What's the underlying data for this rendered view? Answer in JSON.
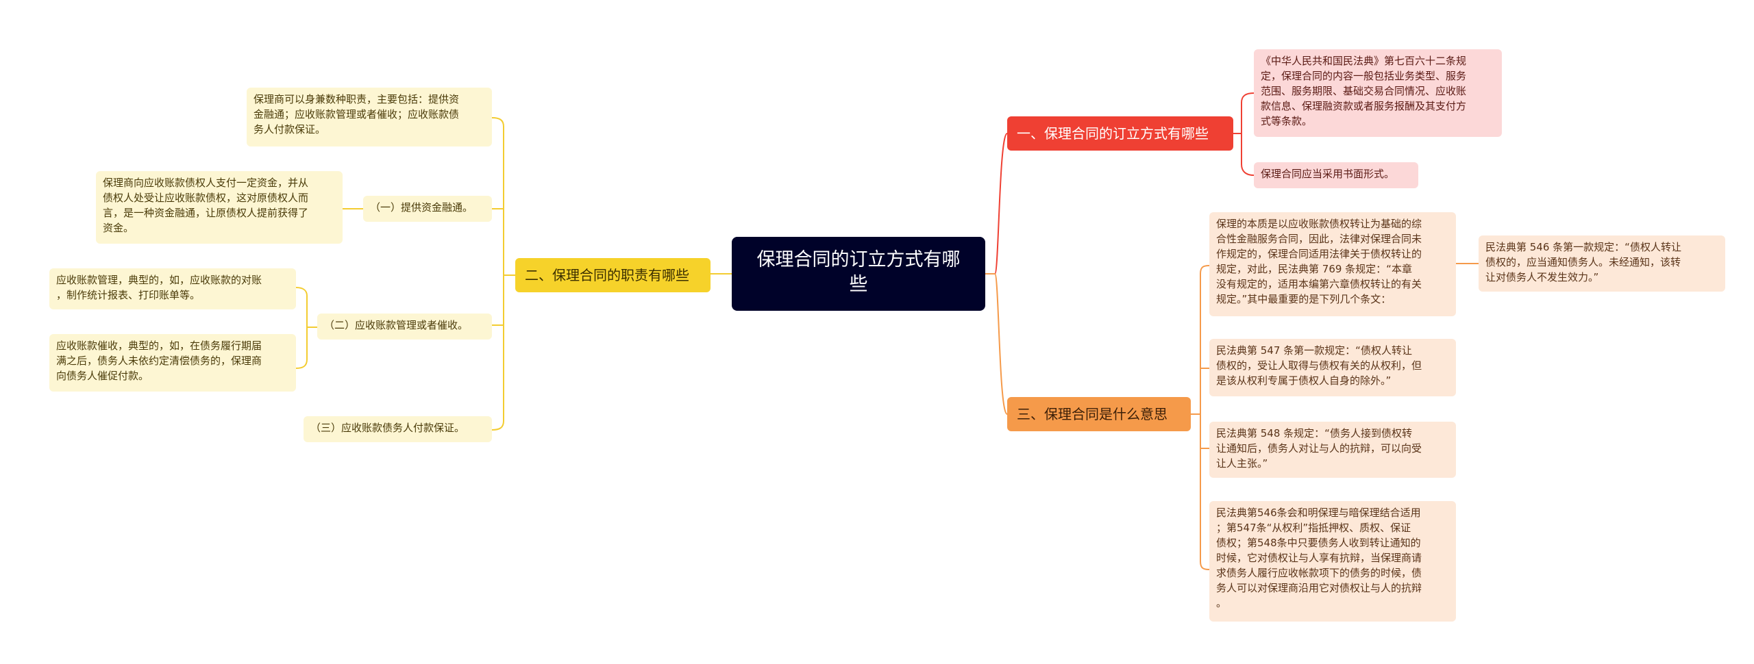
{
  "mindmap": {
    "root": {
      "title": "保理合同的订立方式有哪\n些"
    },
    "branch1": {
      "title": "一、保理合同的订立方式有哪些",
      "items": [
        "《中华人民共和国民法典》第七百六十二条规\n定，保理合同的内容一般包括业务类型、服务\n范围、服务期限、基础交易合同情况、应收账\n款信息、保理融资款或者服务报酬及其支付方\n式等条款。",
        "保理合同应当采用书面形式。"
      ]
    },
    "branch2": {
      "title": "二、保理合同的职责有哪些",
      "intro": "保理商可以身兼数种职责，主要包括：提供资\n金融通；应收账款管理或者催收；应收账款债\n务人付款保证。",
      "sub1": {
        "title": "（一）提供资金融通。",
        "detail": "保理商向应收账款债权人支付一定资金，并从\n债权人处受让应收账款债权，这对原债权人而\n言，是一种资金融通，让原债权人提前获得了\n资金。"
      },
      "sub2": {
        "title": "（二）应收账款管理或者催收。",
        "detail1": "应收账款管理，典型的，如，应收账款的对账\n，制作统计报表、打印账单等。",
        "detail2": "应收账款催收，典型的，如，在债务履行期届\n满之后，债务人未依约定清偿债务的，保理商\n向债务人催促付款。"
      },
      "sub3": {
        "title": "（三）应收账款债务人付款保证。"
      }
    },
    "branch3": {
      "title": "三、保理合同是什么意思",
      "item1": "保理的本质是以应收账款债权转让为基础的综\n合性金融服务合同，因此，法律对保理合同未\n作规定的，保理合同适用法律关于债权转让的\n规定，对此，民法典第 769 条规定：“本章\n没有规定的，适用本编第六章债权转让的有关\n规定。”其中最重要的是下列几个条文：",
      "item1_child": "民法典第 546 条第一款规定：“债权人转让\n债权的，应当通知债务人。未经通知，该转\n让对债务人不发生效力。”",
      "item2": "民法典第 547 条第一款规定：“债权人转让\n债权的，受让人取得与债权有关的从权利，但\n是该从权利专属于债权人自身的除外。”",
      "item3": "民法典第 548 条规定：“债务人接到债权转\n让通知后，债务人对让与人的抗辩，可以向受\n让人主张。”",
      "item4": "民法典第546条会和明保理与暗保理结合适用\n；第547条“从权利”指抵押权、质权、保证\n债权；第548条中只要债务人收到转让通知的\n时候，它对债权让与人享有抗辩，当保理商请\n求债务人履行应收帐款项下的债务的时候，债\n务人可以对保理商沿用它对债权让与人的抗辩\n。"
    },
    "colors": {
      "root": "#000229",
      "branch1": "#ef4033",
      "branch2": "#f6d22a",
      "branch3": "#f59a4a",
      "link_red": "#ef4033",
      "link_yellow": "#f3cc30",
      "link_orange": "#f59a4a"
    }
  }
}
